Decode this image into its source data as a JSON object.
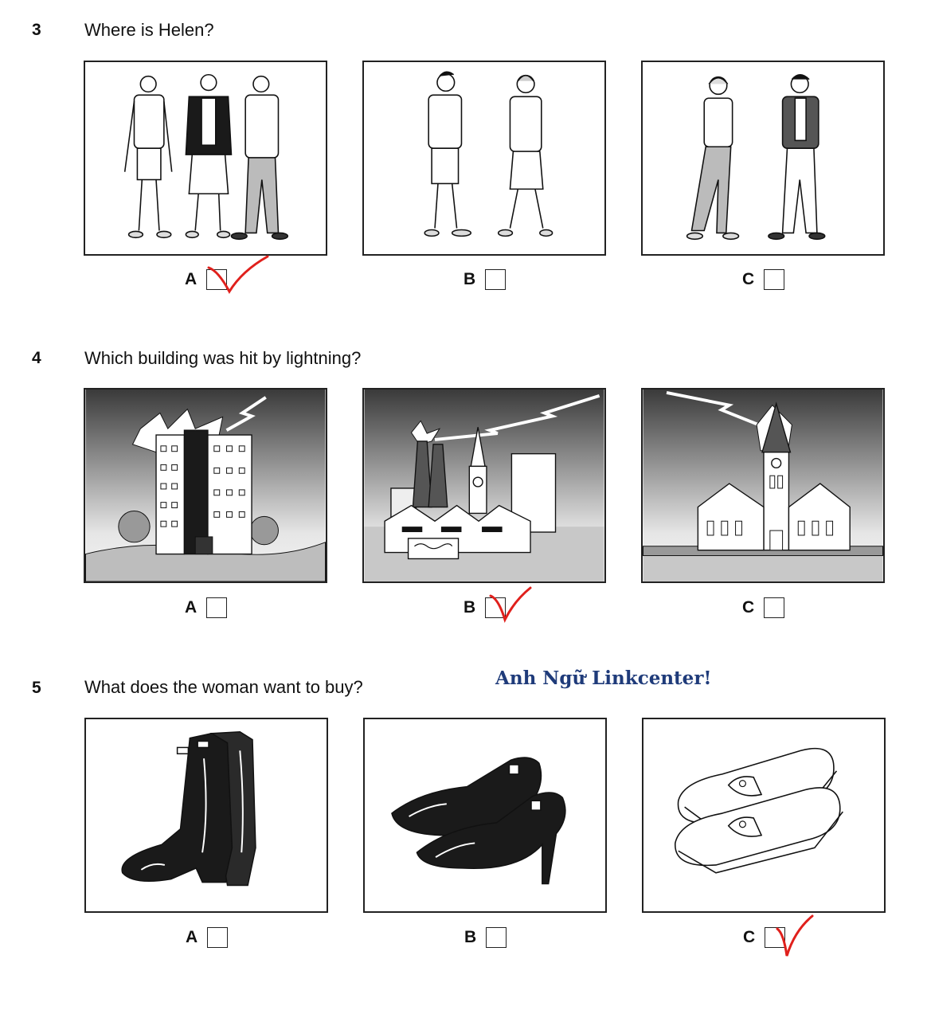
{
  "watermark": "Anh Ngữ Linkcenter!",
  "colors": {
    "tick": "#e0201c",
    "watermark": "#1f3b7a"
  },
  "questions": [
    {
      "number": "3",
      "text": "Where is Helen?",
      "options": [
        {
          "letter": "A",
          "ticked": true,
          "picture": "three people standing"
        },
        {
          "letter": "B",
          "ticked": false,
          "picture": "man and woman standing"
        },
        {
          "letter": "C",
          "ticked": false,
          "picture": "woman walking past man"
        }
      ]
    },
    {
      "number": "4",
      "text": "Which building was hit by lightning?",
      "options": [
        {
          "letter": "A",
          "ticked": false,
          "picture": "tower block struck by lightning"
        },
        {
          "letter": "B",
          "ticked": true,
          "picture": "factory chimney struck by lightning"
        },
        {
          "letter": "C",
          "ticked": false,
          "picture": "church spire struck by lightning"
        }
      ]
    },
    {
      "number": "5",
      "text": "What does the woman want to buy?",
      "options": [
        {
          "letter": "A",
          "ticked": false,
          "picture": "rubber boots"
        },
        {
          "letter": "B",
          "ticked": false,
          "picture": "high-heeled shoes"
        },
        {
          "letter": "C",
          "ticked": true,
          "picture": "loafers"
        }
      ]
    }
  ]
}
